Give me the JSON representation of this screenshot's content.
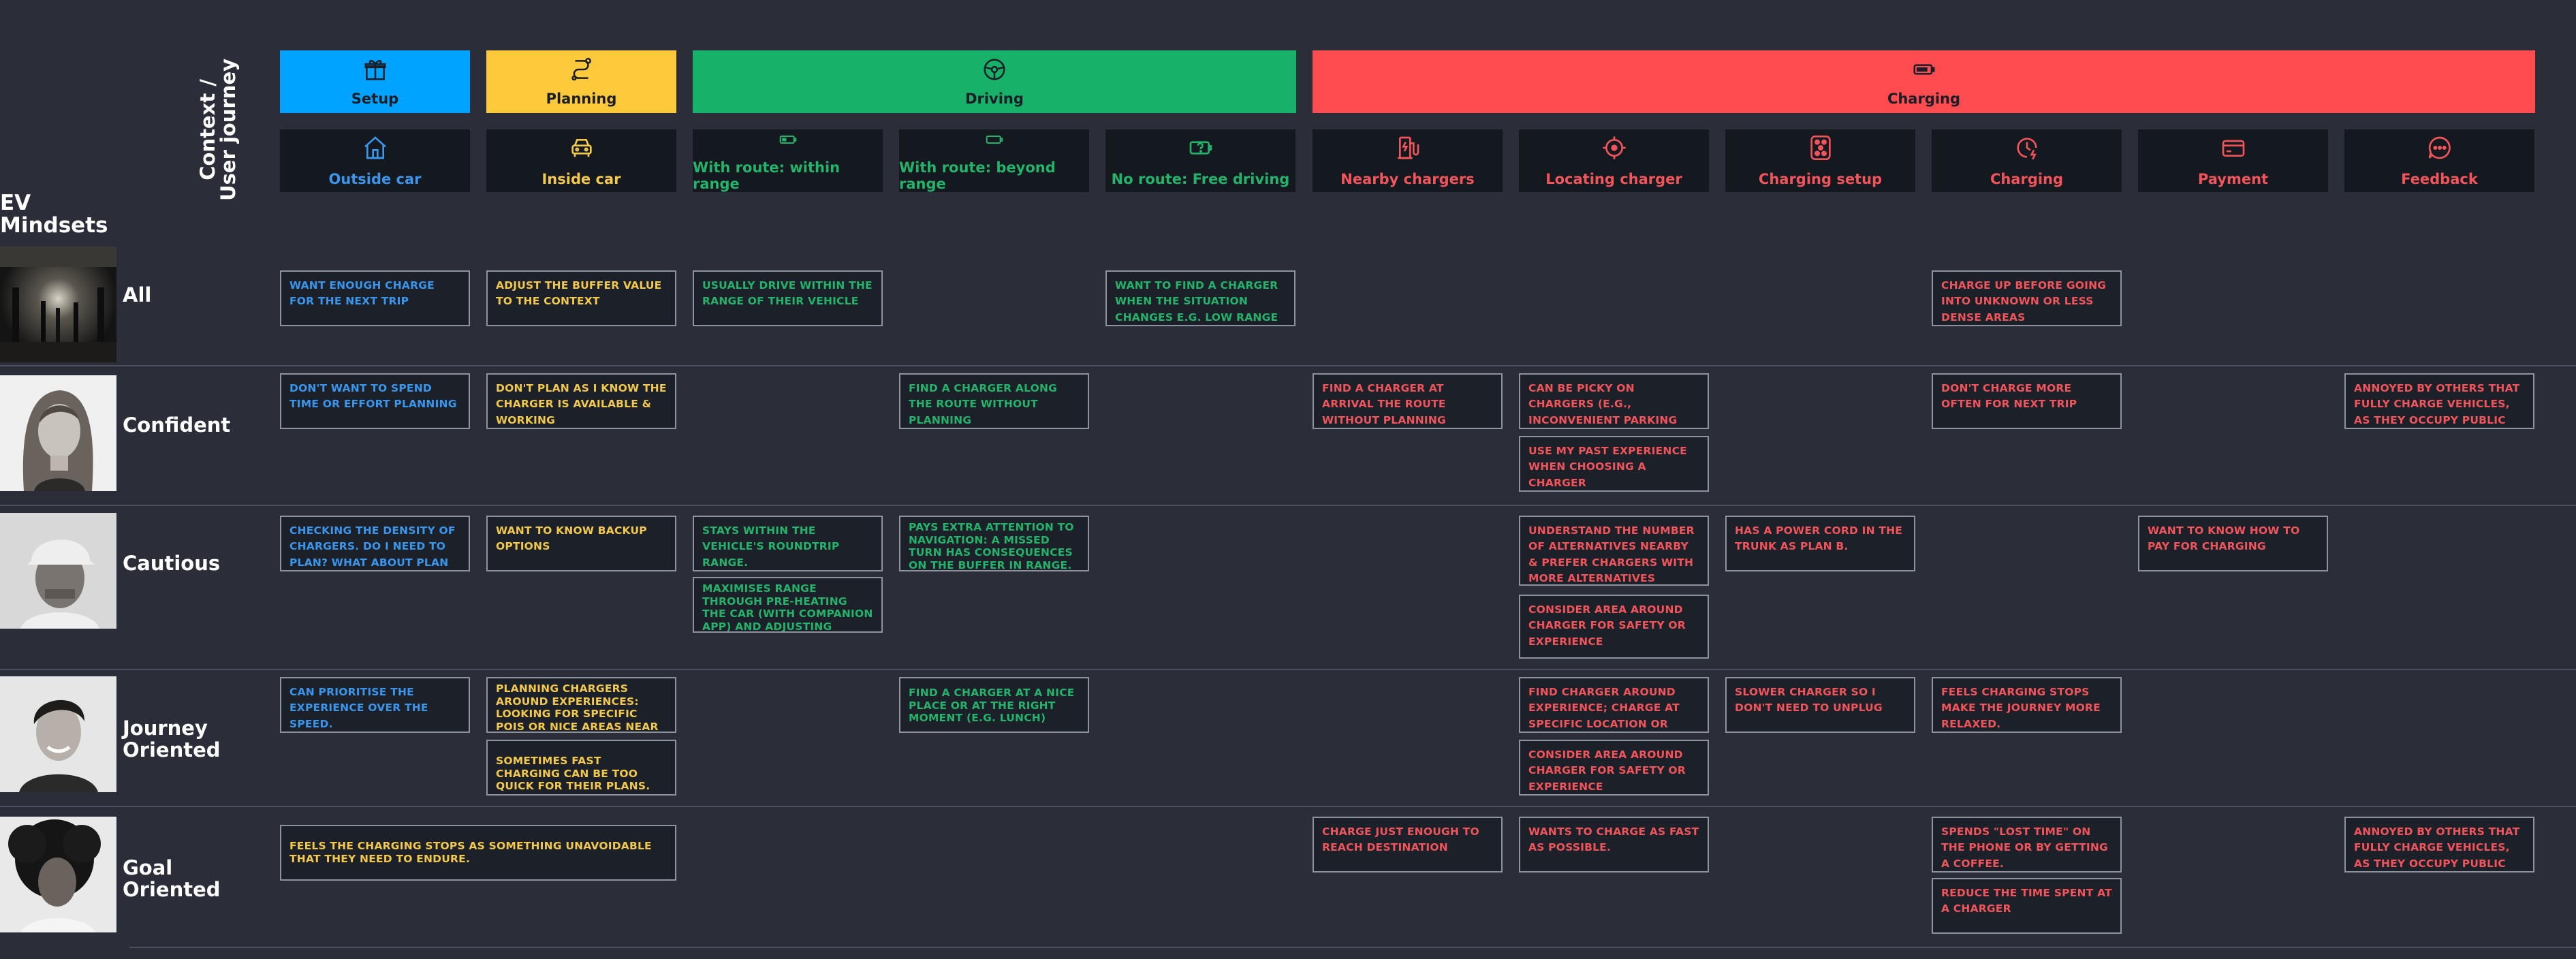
{
  "axis": {
    "context_line1": "Context /",
    "context_line2": "User journey",
    "mindsets_line1": "EV",
    "mindsets_line2": "Mindsets"
  },
  "colors": {
    "setup": "#00a3ff",
    "planning": "#ffc93c",
    "driving": "#17b169",
    "charging": "#ff4c50",
    "background": "#2b2d38",
    "context_box": "#14181f"
  },
  "phases": [
    {
      "label": "Setup",
      "icon": "gift-icon"
    },
    {
      "label": "Planning",
      "icon": "route-icon"
    },
    {
      "label": "Driving",
      "icon": "steering-wheel-icon"
    },
    {
      "label": "Charging",
      "icon": "battery-icon"
    }
  ],
  "contexts": [
    {
      "label": "Outside car",
      "icon": "home-icon"
    },
    {
      "label": "Inside car",
      "icon": "car-icon"
    },
    {
      "label": "With route: within range",
      "icon": "battery-half-icon"
    },
    {
      "label": "With route: beyond range",
      "icon": "battery-empty-icon"
    },
    {
      "label": "No route: Free driving",
      "icon": "battery-question-icon"
    },
    {
      "label": "Nearby chargers",
      "icon": "charging-station-icon"
    },
    {
      "label": "Locating charger",
      "icon": "crosshair-icon"
    },
    {
      "label": "Charging setup",
      "icon": "plug-socket-icon"
    },
    {
      "label": "Charging",
      "icon": "clock-bolt-icon"
    },
    {
      "label": "Payment",
      "icon": "credit-card-icon"
    },
    {
      "label": "Feedback",
      "icon": "chat-bubble-icon"
    }
  ],
  "personas": [
    {
      "name": "All"
    },
    {
      "name": "Confident"
    },
    {
      "name": "Cautious"
    },
    {
      "name": "Journey Oriented"
    },
    {
      "name": "Goal Oriented"
    }
  ],
  "notes": {
    "all_outside": "Want enough charge for the next trip",
    "all_inside": "Adjust the buffer value to the context",
    "all_within": "Usually drive within the range of their vehicle",
    "all_noroute": "Want to find a charger when the situation changes e.g. low range",
    "all_charging": "Charge up before going into unknown or less dense areas",
    "conf_outside": "Don't want to spend time or effort planning",
    "conf_inside": "Don't plan as I know the charger is available & working",
    "conf_beyond": "Find a charger along the route without planning",
    "conf_nearby": "Find a charger at arrival the route without planning",
    "conf_locating1": "Can be picky on chargers (e.g., inconvenient parking spot)",
    "conf_locating2": "Use my past experience when choosing a charger",
    "conf_charging": "Don't charge more often for next trip",
    "conf_feedback": "Annoyed by others that fully charge vehicles, as they occupy public fast chargers.",
    "caut_outside": "Checking the density of chargers. Do I need to plan? What about plan B?",
    "caut_inside": "Want to know backup options",
    "caut_within1": "Stays within the vehicle's roundtrip range.",
    "caut_within2": "Maximises range through pre-heating the car (with companion app) and adjusting driving behaviour.",
    "caut_beyond": "Pays extra attention to navigation: a missed turn has consequences on the buffer in range.",
    "caut_locating1": "Understand the number of alternatives nearby & prefer chargers with more alternatives",
    "caut_locating2": "Consider area around charger for safety or experience",
    "caut_setup": "Has a power cord in the trunk as plan B.",
    "caut_payment": "Want to know how to pay for charging",
    "jour_outside": "Can prioritise the experience over the speed.",
    "jour_inside1": "Planning chargers around experiences: looking for specific POIs or nice areas near the charger.",
    "jour_inside2": "Sometimes fast charging can be too quick for their plans.",
    "jour_beyond": "Find a charger at a nice place or at the right moment (e.g. lunch)",
    "jour_locating1": "Find charger around experience; charge at specific location or area",
    "jour_locating2": "Consider area around charger for safety or experience",
    "jour_setup": "Slower charger so I don't need to unplug",
    "jour_charging": "Feels charging stops make the journey more relaxed.",
    "goal_outside_inside": "Feels the charging stops as something unavoidable that they need to endure.",
    "goal_nearby": "Charge just enough to reach destination",
    "goal_locating": "Wants to charge as fast as possible.",
    "goal_charging1": "Spends \"lost time\" on the phone or by getting a coffee.",
    "goal_charging2": "Reduce the time spent at a charger",
    "goal_feedback": "Annoyed by others that fully charge vehicles, as they occupy public fast chargers."
  }
}
